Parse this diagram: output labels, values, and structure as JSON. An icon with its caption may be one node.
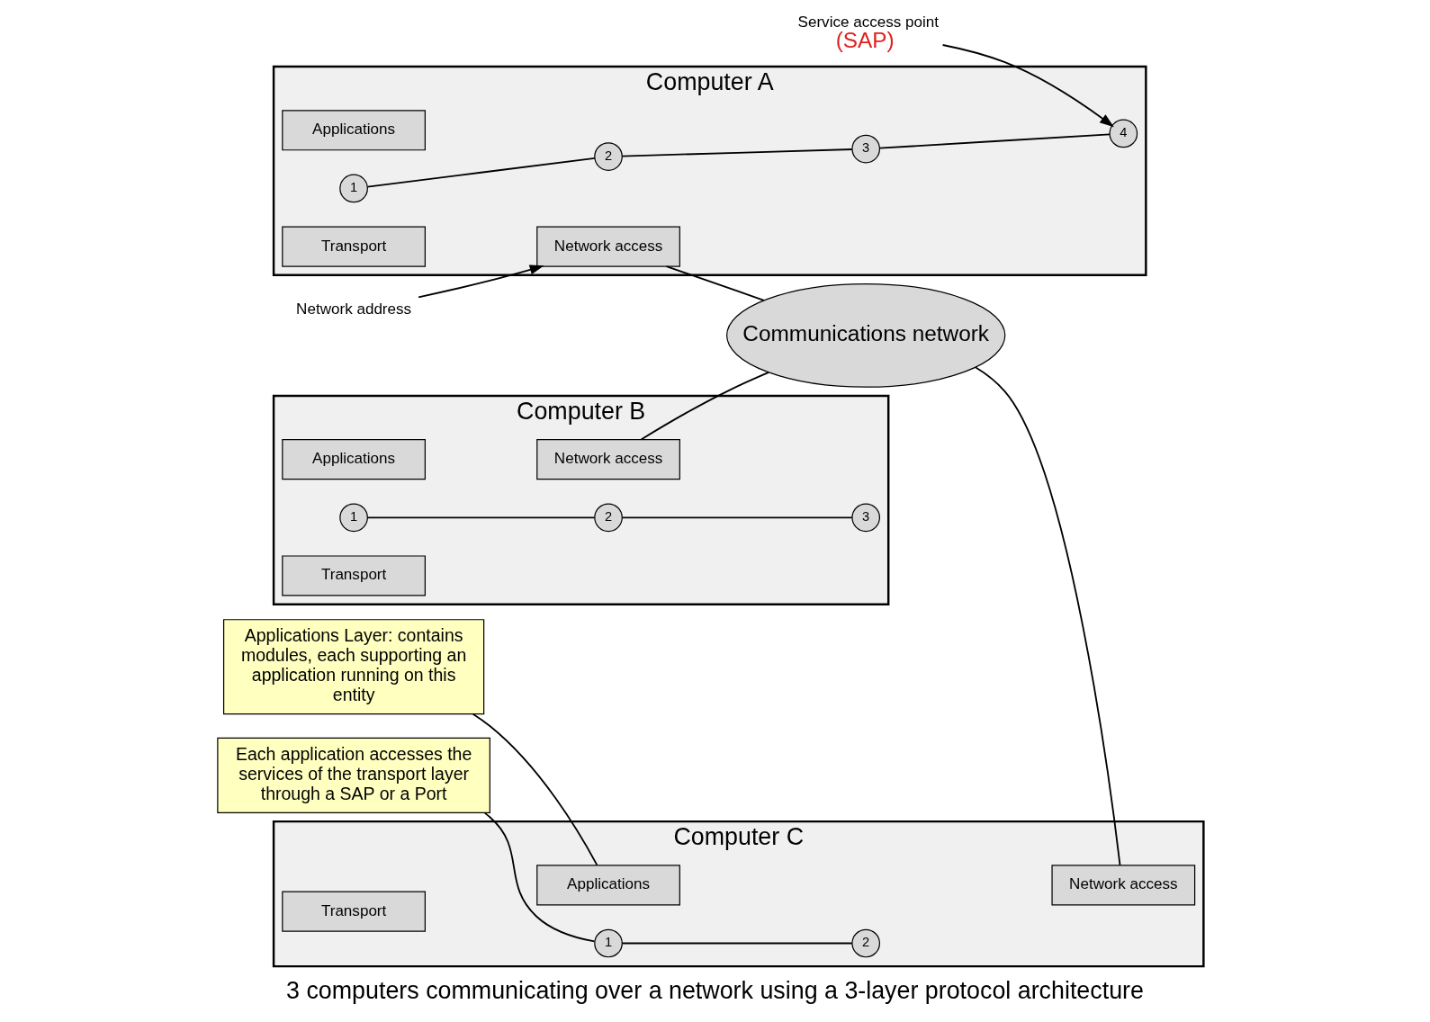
{
  "diagram": {
    "caption": "3 computers communicating over a network using a 3-layer protocol architecture",
    "nodes": [
      {
        "text": [
          "Computer A"
        ]
      },
      {
        "text": [
          "Applications"
        ],
        "in": 0
      },
      {
        "text": [
          "1"
        ],
        "in": 0
      },
      {
        "text": [
          "2"
        ],
        "in": 0
      },
      {
        "text": [
          "3"
        ],
        "in": 0
      },
      {
        "text": [
          "4"
        ],
        "in": 0
      },
      {
        "text": [
          "Transport"
        ],
        "in": 0
      },
      {
        "text": [
          "Network access"
        ],
        "in": 0
      },
      {
        "text": [
          "Service access point",
          "(SAP)"
        ]
      },
      {
        "text": [
          "Network address"
        ]
      },
      {
        "text": [
          "Computer B"
        ]
      },
      {
        "text": [
          "Applications"
        ],
        "in": 10
      },
      {
        "text": [
          "1"
        ],
        "in": 10
      },
      {
        "text": [
          "2"
        ],
        "in": 10
      },
      {
        "text": [
          "3"
        ],
        "in": 10
      },
      {
        "text": [
          "Transport"
        ],
        "in": 10
      },
      {
        "text": [
          "Network access"
        ],
        "in": 10
      },
      {
        "text": [
          "Communications network"
        ]
      },
      {
        "text": [
          "Computer C"
        ]
      },
      {
        "text": [
          "Applications"
        ],
        "in": 18
      },
      {
        "text": [
          "1"
        ],
        "in": 18
      },
      {
        "text": [
          "2"
        ],
        "in": 18
      },
      {
        "text": [
          "Transport"
        ],
        "in": 18
      },
      {
        "text": [
          "Network access"
        ],
        "in": 18
      },
      {
        "text": [
          "Applications Layer: contains modules, each supporting an application running on this entity"
        ]
      },
      {
        "text": [
          "Each application accesses the services of the transport layer through a SAP or a Port"
        ]
      }
    ],
    "edges": [
      {
        "from": 2,
        "to": 3,
        "arrow": "none"
      },
      {
        "from": 3,
        "to": 4,
        "arrow": "none"
      },
      {
        "from": 4,
        "to": 5,
        "arrow": "none"
      },
      {
        "from": 8,
        "to": 5,
        "arrow": "to"
      },
      {
        "from": 9,
        "to": 7,
        "arrow": "to"
      },
      {
        "from": 12,
        "to": 13,
        "arrow": "none"
      },
      {
        "from": 13,
        "to": 14,
        "arrow": "none"
      },
      {
        "from": 20,
        "to": 21,
        "arrow": "none"
      },
      {
        "from": 7,
        "to": 17,
        "arrow": "none"
      },
      {
        "from": 16,
        "to": 17,
        "arrow": "none"
      },
      {
        "from": 17,
        "to": 23,
        "arrow": "none"
      },
      {
        "from": 24,
        "to": 19,
        "arrow": "none"
      },
      {
        "from": 25,
        "to": 20,
        "arrow": "none"
      }
    ]
  }
}
